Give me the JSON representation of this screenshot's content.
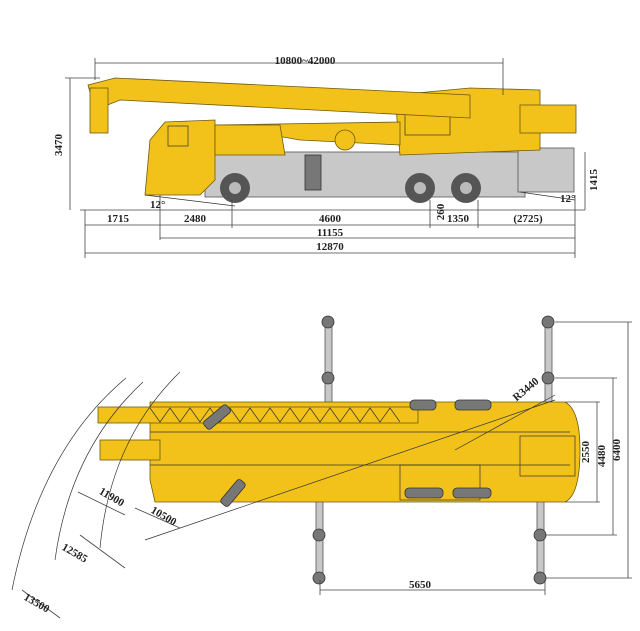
{
  "side_view": {
    "boom_length": "10800~42000",
    "overall_height": "3470",
    "front_overhang": "1715",
    "axle_1_2": "2480",
    "axle_2_3": "4600",
    "axle_3_4": "1350",
    "rear_overhang": "(2725)",
    "ground_clearance": "260",
    "chassis_length": "11155",
    "overall_length": "12870",
    "outrigger_height": "1415",
    "approach_angle": "12°",
    "departure_angle": "12°"
  },
  "top_view": {
    "tail_radius": "R3440",
    "width_retracted": "2550",
    "outrigger_half_span": "4480",
    "outrigger_full_span": "6400",
    "outrigger_longitudinal": "5650",
    "turning_radii": [
      "10500",
      "11900",
      "12585",
      "13500"
    ]
  },
  "colors": {
    "body": "#f2c21a",
    "chassis": "#c8c8c8"
  }
}
